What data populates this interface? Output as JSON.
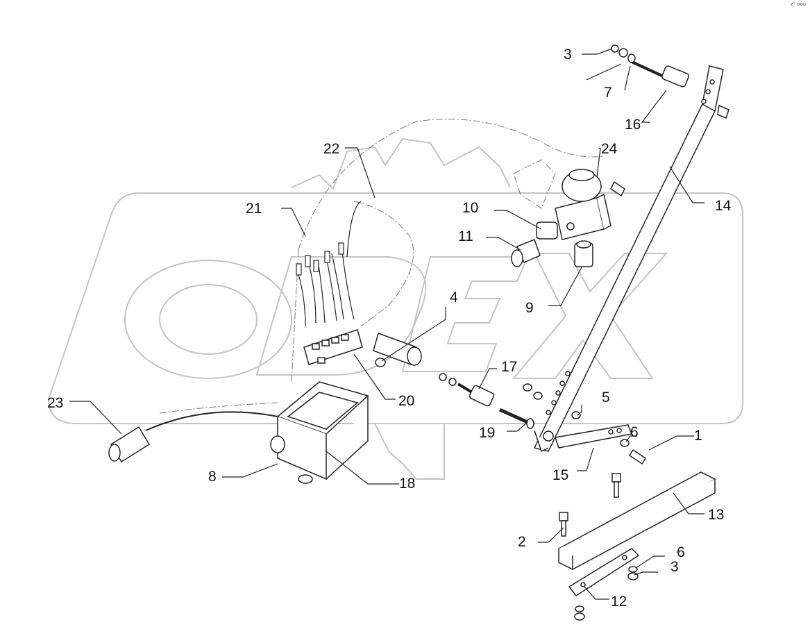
{
  "corner_mark": "z° ooo",
  "watermark": "ODEX",
  "parts": [
    {
      "id": "p1",
      "label": "1"
    },
    {
      "id": "p2",
      "label": "2"
    },
    {
      "id": "p3a",
      "label": "3"
    },
    {
      "id": "p3b",
      "label": "3"
    },
    {
      "id": "p4",
      "label": "4"
    },
    {
      "id": "p5",
      "label": "5"
    },
    {
      "id": "p6a",
      "label": "6"
    },
    {
      "id": "p6b",
      "label": "6"
    },
    {
      "id": "p7",
      "label": "7"
    },
    {
      "id": "p8",
      "label": "8"
    },
    {
      "id": "p9",
      "label": "9"
    },
    {
      "id": "p10",
      "label": "10"
    },
    {
      "id": "p11",
      "label": "11"
    },
    {
      "id": "p12",
      "label": "12"
    },
    {
      "id": "p13",
      "label": "13"
    },
    {
      "id": "p14",
      "label": "14"
    },
    {
      "id": "p15",
      "label": "15"
    },
    {
      "id": "p16",
      "label": "16"
    },
    {
      "id": "p17",
      "label": "17"
    },
    {
      "id": "p18",
      "label": "18"
    },
    {
      "id": "p19",
      "label": "19"
    },
    {
      "id": "p20",
      "label": "20"
    },
    {
      "id": "p21",
      "label": "21"
    },
    {
      "id": "p22",
      "label": "22"
    },
    {
      "id": "p23",
      "label": "23"
    },
    {
      "id": "p24",
      "label": "24"
    }
  ]
}
